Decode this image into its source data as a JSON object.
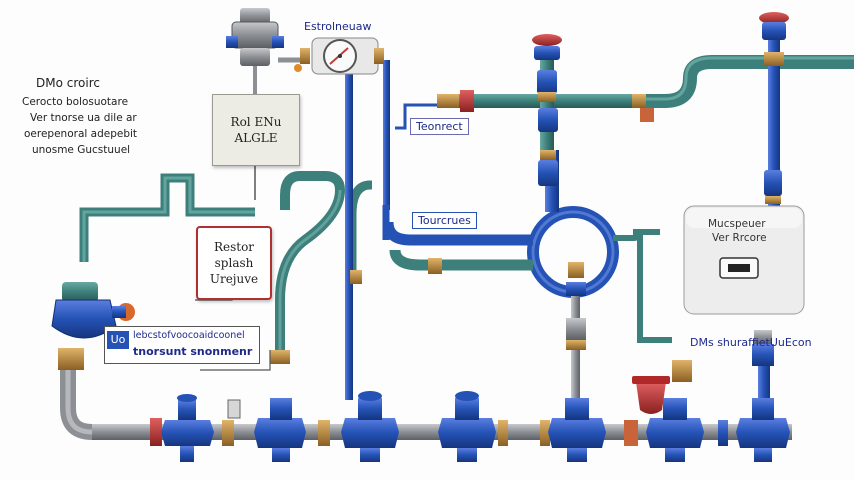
{
  "notes": {
    "title": "DMo croirc",
    "lines": [
      "Cerocto bolosuotare",
      "Ver tnorse ua dile ar",
      "oerepenoral adepebit",
      "unosme Gucstuuel"
    ]
  },
  "top_label": "Estrolneuaw",
  "control_box": {
    "line1": "Rol ENu",
    "line2": "ALGLE"
  },
  "restor_box": {
    "line1": "Restor",
    "line2": "splash",
    "line3": "Urejuve"
  },
  "inspect_label": "Teonrect",
  "loop_label": "Tourcrues",
  "meter_box": {
    "line1": "Mucspeuer",
    "line2": "Ver Rrcore"
  },
  "right_label": "DMs shuraffietUuEcon",
  "legend": {
    "badge": "Uo",
    "line1": "lebcstofvoocoaidcoonel",
    "line2": "tnorsunt snonmenr"
  },
  "colors": {
    "pipe_blue": "#2f4fa8",
    "pipe_teal": "#3d7f7a",
    "pipe_grey": "#8c8f94",
    "valve_blue": "#2452b5",
    "handwheel_red": "#c03a3a",
    "brass": "#b8873a"
  },
  "icons": [
    "gate-valve-icon",
    "pressure-gauge-icon",
    "pressure-regulator-icon",
    "filter-icon",
    "meter-display-icon",
    "air-release-valve-icon"
  ]
}
